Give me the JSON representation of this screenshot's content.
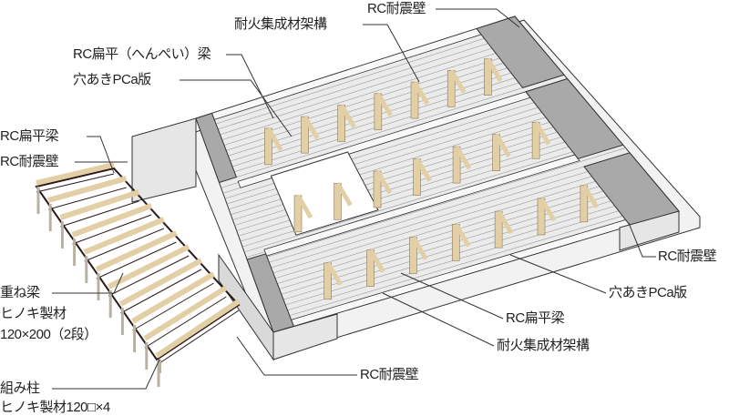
{
  "labels": {
    "top_timber_frame": "耐火集成材架構",
    "top_rc_wall": "RC耐震壁",
    "rc_flat_beam_hiragana": "RC扁平（へんぺい）梁",
    "top_pca_slab": "穴あきPCa版",
    "left_rc_flat_beam": "RC扁平梁",
    "left_rc_wall": "RC耐震壁",
    "right_rc_wall": "RC耐震壁",
    "right_pca_slab": "穴あきPCa版",
    "bottom_rc_flat_beam": "RC扁平梁",
    "bottom_timber_frame": "耐火集成材架構",
    "bottom_rc_wall": "RC耐震壁",
    "stacked_beam_title": "重ね梁",
    "stacked_beam_material": "ヒノキ製材",
    "stacked_beam_size": "120×200（2段）",
    "column_title": "組み柱",
    "column_material": "ヒノキ製材120□×4"
  },
  "colors": {
    "concrete": "#d9d9d9",
    "concrete_dark": "#a9a9a9",
    "timber": "#e3cfa6",
    "steel": "#2a1a1a",
    "line": "#333333"
  }
}
